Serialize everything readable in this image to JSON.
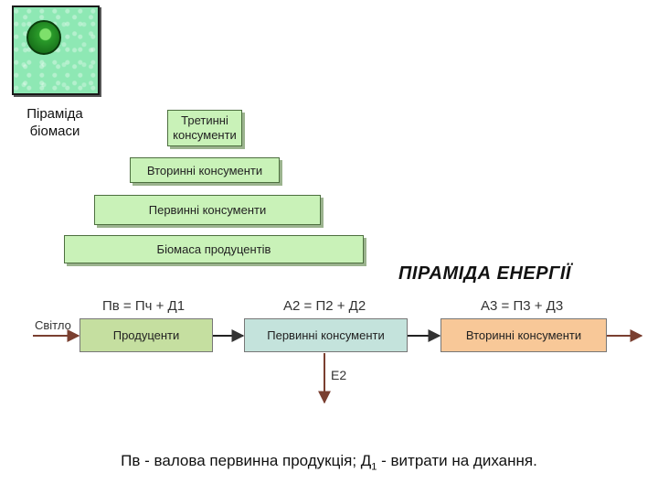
{
  "biomass_icon": {
    "caption_line1": "Піраміда",
    "caption_line2": "біомаси",
    "icon": "green-dot-icon"
  },
  "biomass_pyramid": {
    "levels": [
      {
        "label_line1": "Третинні",
        "label_line2": "консументи"
      },
      {
        "label": "Вторинні консументи"
      },
      {
        "label": "Первинні консументи"
      },
      {
        "label": "Біомаса продуцентів"
      }
    ]
  },
  "energy_pyramid": {
    "title": "ПІРАМІДА ЕНЕРГІЇ",
    "input_label": "Світло",
    "formulas": [
      "Пв = Пч + Д1",
      "А2 = П2 + Д2",
      "А3 = П3 + Д3"
    ],
    "boxes": [
      "Продуценти",
      "Первинні консументи",
      "Вторинні консументи"
    ],
    "loss_label": "Е2",
    "colors": {
      "producers": "#c5dfa0",
      "primary": "#c4e3dc",
      "secondary": "#f8c898",
      "arrow": "#884a36"
    }
  },
  "footer": {
    "text_part1": "Пв - валова первинна продукція; Д",
    "subscript": "1",
    "text_part2": " - витрати на дихання."
  }
}
